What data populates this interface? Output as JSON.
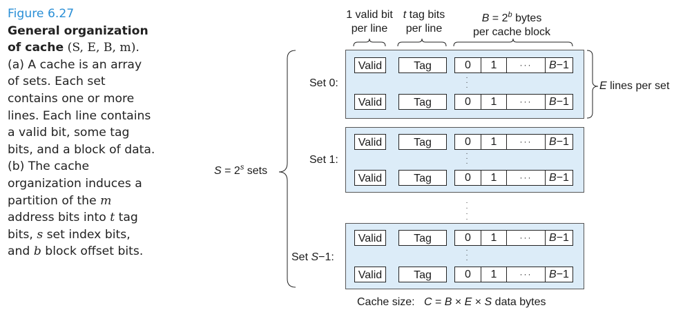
{
  "caption": {
    "figure_number": "Figure 6.27",
    "title_text": "General organization of cache",
    "title_params": "(S, E, B, m).",
    "body_part1": "(a) A cache is an array of sets. Each set contains one or more lines. Each line contains a valid bit, some tag bits, and a block of data. (b) The cache organization induces a partition of the ",
    "var_m": "m",
    "body_part2": " address bits into ",
    "var_t": "t",
    "body_part3": " tag bits, ",
    "var_s": "s",
    "body_part4": " set index bits, and ",
    "var_b": "b",
    "body_part5": " block offset bits."
  },
  "headers": {
    "valid_bit_line1": "1 valid bit",
    "valid_bit_line2": "per line",
    "tag_var": "t",
    "tag_line1": " tag bits",
    "tag_line2": "per line",
    "block_var": "B",
    "block_eq": " = 2",
    "block_exp": "b",
    "block_unit": " bytes",
    "block_line2": "per cache block"
  },
  "sets": [
    {
      "label": "Set 0:"
    },
    {
      "label": "Set 1:"
    },
    {
      "label_prefix": "Set ",
      "label_var": "S",
      "label_suffix": "−1:"
    }
  ],
  "line": {
    "valid": "Valid",
    "tag": "Tag",
    "byte0": "0",
    "byte1": "1",
    "dots": "···",
    "last_var": "B",
    "last_suffix": "−1"
  },
  "left_brace": {
    "var": "S",
    "eq": " = 2",
    "exp": "s",
    "unit": " sets"
  },
  "right_brace": {
    "var": "E",
    "text": " lines per set"
  },
  "footer": {
    "prefix": "Cache size:   ",
    "formula_C": "C",
    "eq": " = ",
    "formula_B": "B",
    "times1": " × ",
    "formula_E": "E",
    "times2": " × ",
    "formula_S": "S",
    "suffix": " data bytes"
  }
}
